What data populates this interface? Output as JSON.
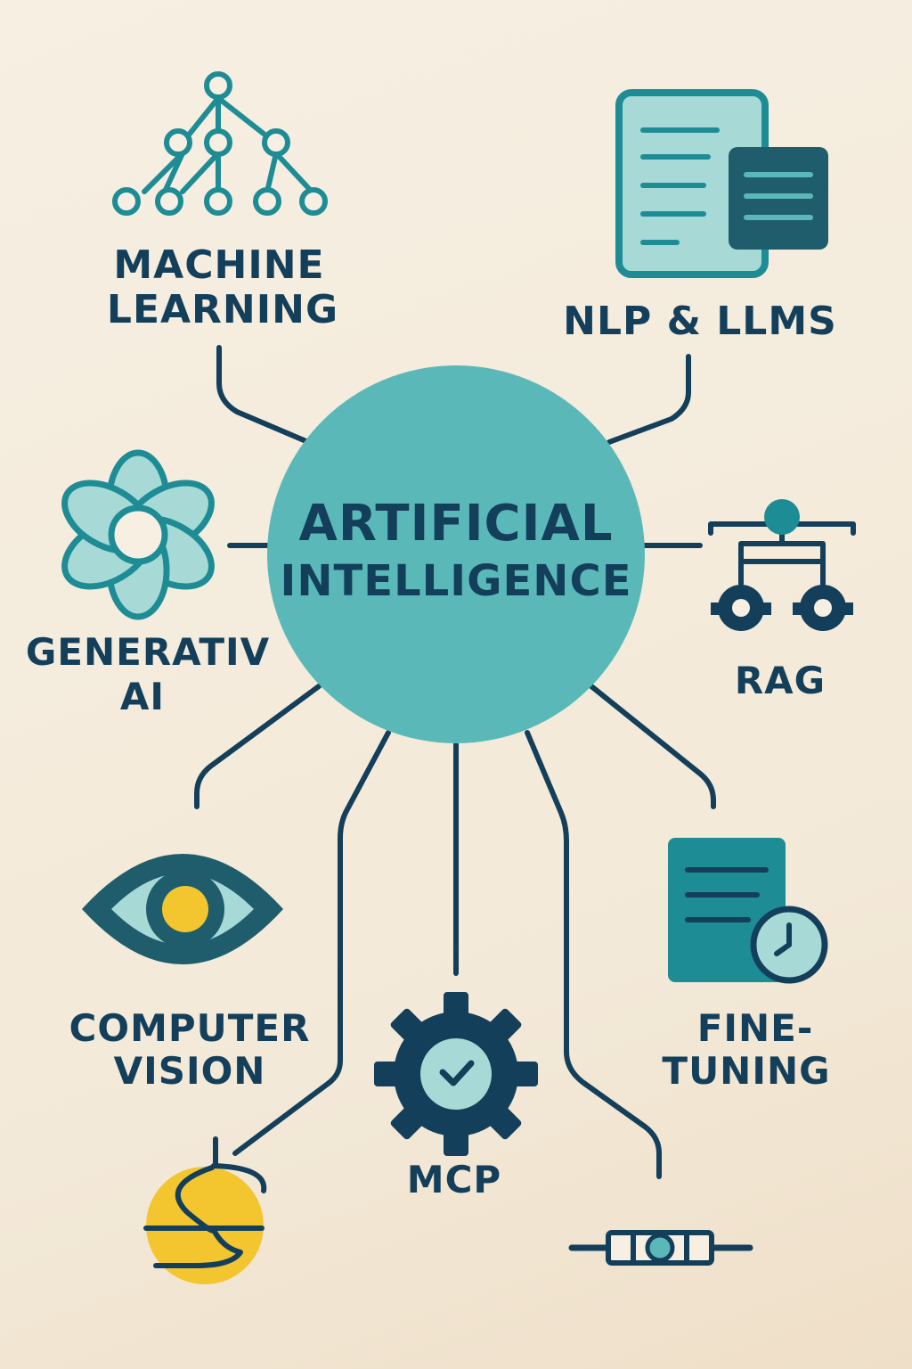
{
  "diagram": {
    "center": {
      "line1": "ARTIFICIAL",
      "line2": "INTELLIGENCE"
    },
    "nodes": {
      "machine_learning": {
        "line1": "MACHINE",
        "line2": "LEARNING",
        "icon": "network-tree-icon"
      },
      "nlp_llms": {
        "line1": "NLP & LLMS",
        "icon": "documents-icon"
      },
      "generative_ai": {
        "line1": "GENERATIV",
        "line2": "AI",
        "icon": "openai-knot-icon"
      },
      "rag": {
        "line1": "RAG",
        "icon": "retrieval-gears-icon"
      },
      "computer_vision": {
        "line1": "COMPUTER",
        "line2": "VISION",
        "icon": "eye-icon"
      },
      "fine_tuning": {
        "line1": "FINE-",
        "line2": "TUNING",
        "icon": "document-clock-icon"
      },
      "mcp": {
        "line1": "MCP",
        "icon": "gear-check-icon"
      },
      "swirl_bottom_left": {
        "icon": "swirl-coin-icon"
      },
      "connector_bottom_right": {
        "icon": "connector-link-icon"
      }
    },
    "colors": {
      "navy": "#143f5b",
      "teal": "#1e8c95",
      "center_teal": "#5ab9b8",
      "light_teal": "#a7dad7",
      "yellow": "#f3c630"
    }
  }
}
